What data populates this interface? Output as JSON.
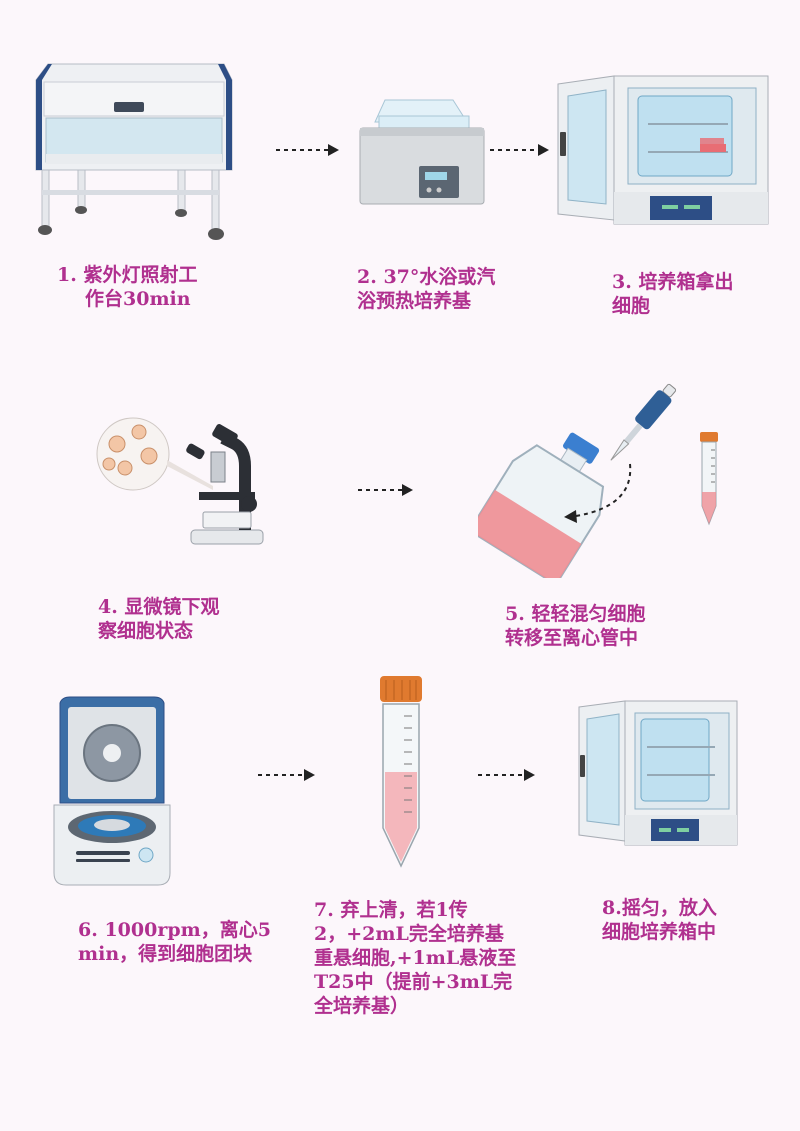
{
  "steps": [
    {
      "lines": [
        "1.  紫外灯照射工",
        "    作台30min"
      ]
    },
    {
      "lines": [
        "2. 37°水浴或汽",
        "浴预热培养基"
      ]
    },
    {
      "lines": [
        "3. 培养箱拿出",
        "细胞"
      ]
    },
    {
      "lines": [
        "4. 显微镜下观",
        "察细胞状态"
      ]
    },
    {
      "lines": [
        "5. 轻轻混匀细胞",
        "转移至离心管中"
      ]
    },
    {
      "lines": [
        "6. 1000rpm，离心5",
        "min，得到细胞团块"
      ]
    },
    {
      "lines": [
        "7. 弃上清，若1传",
        "2，+2mL完全培养基",
        "重悬细胞,+1mL悬液至",
        "T25中（提前+3mL完",
        "全培养基）"
      ]
    },
    {
      "lines": [
        "8.摇匀，放入",
        "细胞培养箱中"
      ]
    }
  ],
  "colors": {
    "label": "#b0308f",
    "background": "#fcf7fb",
    "frame_blue": "#2d4e86",
    "media_pink": "#ee8e93",
    "cap_orange": "#e07a2f",
    "cap_blue": "#3b7fd0"
  },
  "icons": [
    "biosafety-cabinet-icon",
    "water-bath-icon",
    "incubator-icon",
    "microscope-icon",
    "culture-flask-icon",
    "pipette-icon",
    "centrifuge-icon",
    "centrifuge-tube-icon"
  ]
}
